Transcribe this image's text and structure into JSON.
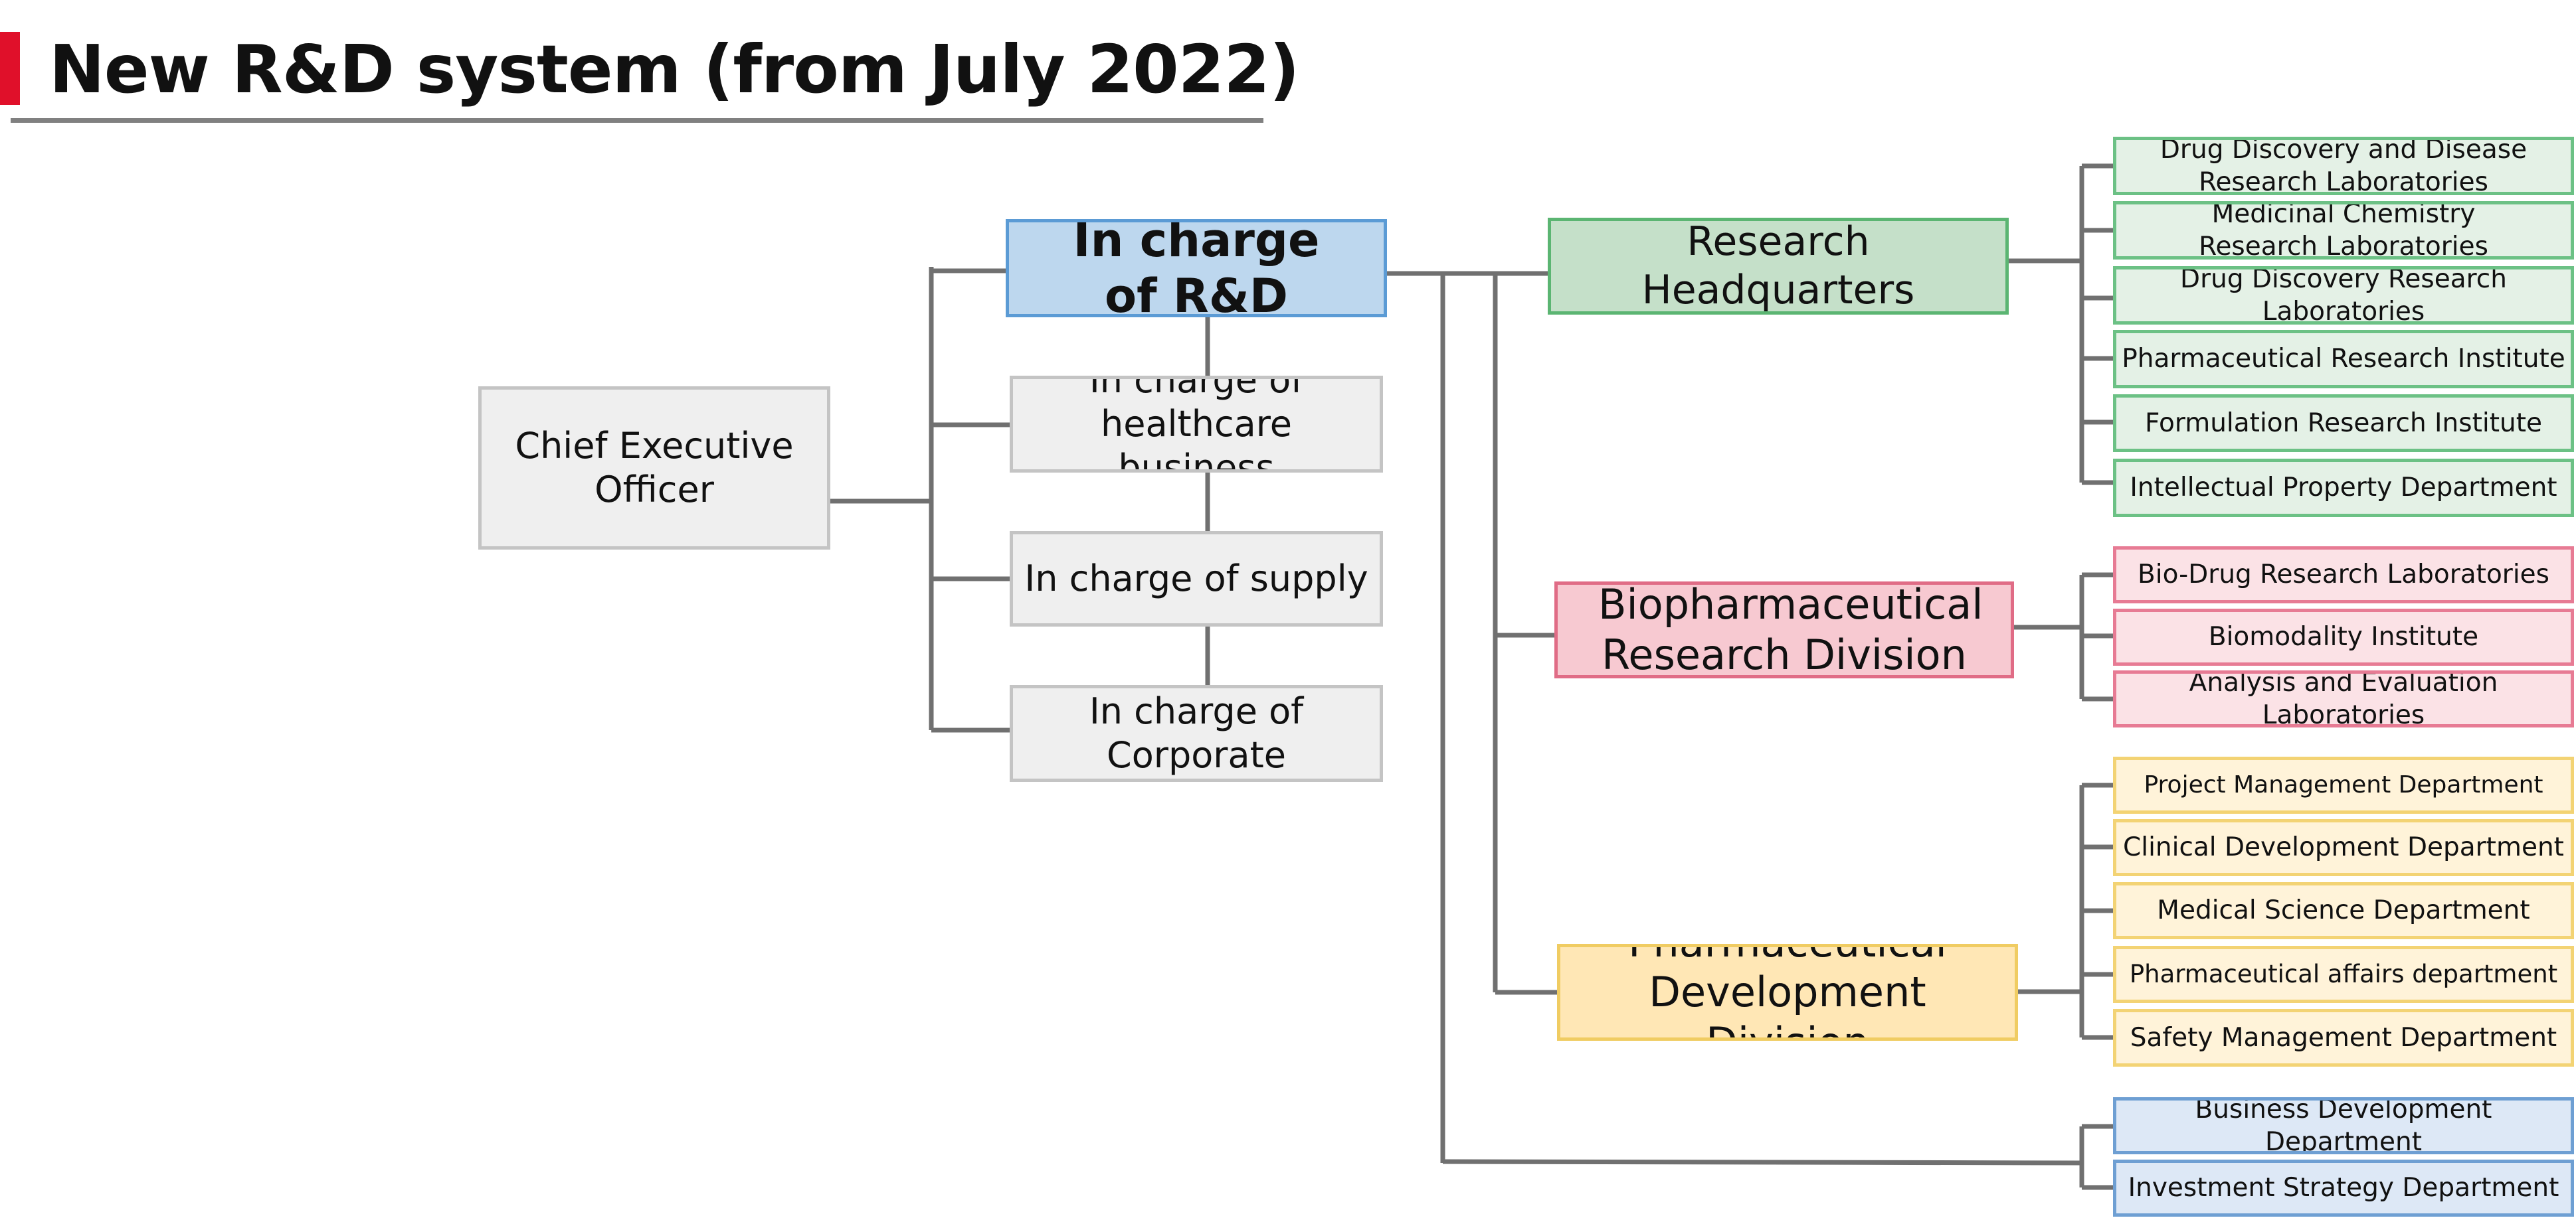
{
  "title": "New R&D system (from July 2022)",
  "colors": {
    "title_accent": "#e0102a",
    "connector": "#707070",
    "research": "#5bb572",
    "biopharma": "#e06c86",
    "development": "#f0cc62",
    "business": "#5b9bd5",
    "rd_highlight": "#5b9bd5"
  },
  "ceo": "Chief Executive Officer",
  "officers": {
    "rd": "In charge of R&D",
    "healthcare": "In charge of healthcare business",
    "supply": "In charge of supply",
    "corporate": "In charge of Corporate"
  },
  "divisions": {
    "research": {
      "label": "Research Headquarters",
      "units": [
        "Drug Discovery and Disease Research Laboratories",
        "Medicinal Chemistry Research Laboratories",
        "Drug Discovery Research Laboratories",
        "Pharmaceutical Research Institute",
        "Formulation Research Institute",
        "Intellectual Property Department"
      ]
    },
    "biopharma": {
      "label": "Biopharmaceutical Research Division",
      "units": [
        "Bio-Drug Research Laboratories",
        "Biomodality Institute",
        "Analysis and Evaluation Laboratories"
      ]
    },
    "development": {
      "label": "Pharmaceutical Development Division",
      "units": [
        "Project Management Department",
        "Clinical Development Department",
        "Medical Science Department",
        "Pharmaceutical affairs department",
        "Safety Management Department"
      ]
    },
    "direct": {
      "units": [
        "Business Development Department",
        "Investment Strategy Department"
      ]
    }
  }
}
